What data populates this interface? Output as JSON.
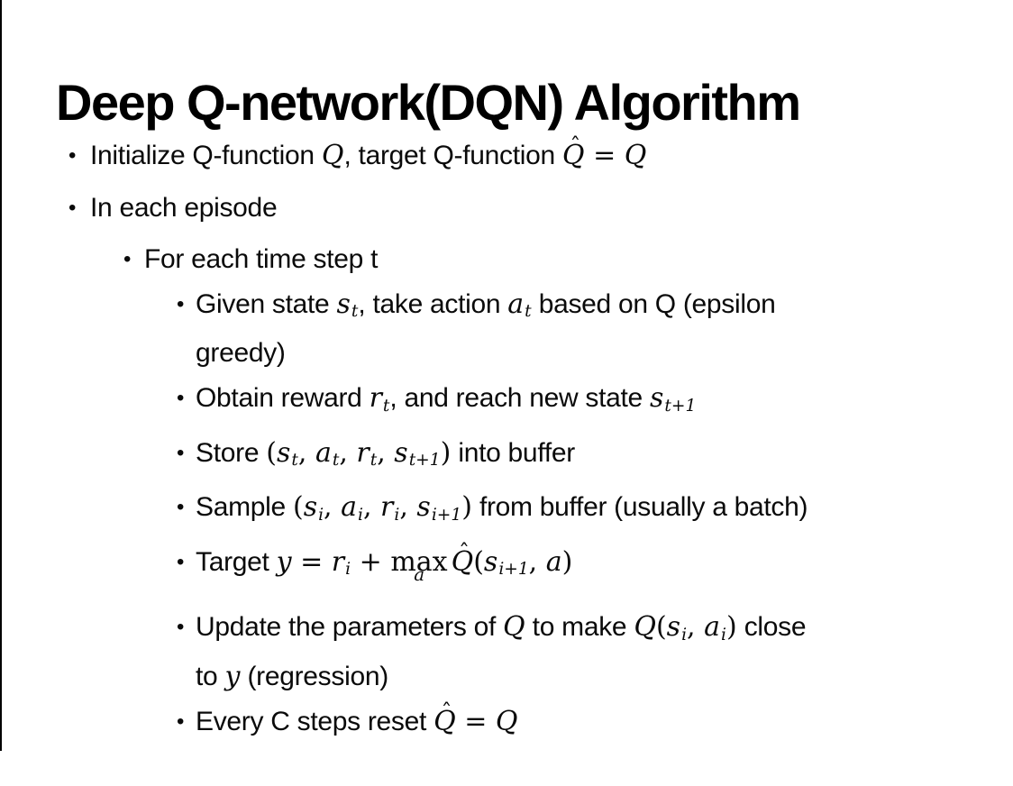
{
  "bullet": "•",
  "hat": "ˆ",
  "slide": {
    "title": "Deep Q-network(DQN) Algorithm"
  },
  "bullets": {
    "b1": {
      "p1": "Initialize Q-function ",
      "q1": "Q",
      "p2": ", target Q-function ",
      "qhat": "Q",
      "eq": " = ",
      "q2": "Q"
    },
    "b2": {
      "text": "In each episode"
    },
    "b3": {
      "text": "For each time step t"
    },
    "b4": {
      "p1": "Given state ",
      "s": "s",
      "ssub": "t",
      "p2": ", take action ",
      "a": "a",
      "asub": "t",
      "p3": " based on Q (epsilon",
      "p4": "greedy)"
    },
    "b5": {
      "p1": "Obtain reward ",
      "r": "r",
      "rsub": "t",
      "p2": ", and reach new state ",
      "s": "s",
      "ssub": "t+1"
    },
    "b6": {
      "p1": "Store ",
      "lp": "(",
      "s": "s",
      "ssub": "t",
      "c1": ", ",
      "a": "a",
      "asub": "t",
      "c2": ", ",
      "r": "r",
      "rsub": "t",
      "c3": ", ",
      "s2": "s",
      "s2sub": "t+1",
      "rp": ")",
      "p2": " into buffer"
    },
    "b7": {
      "p1": "Sample ",
      "lp": "(",
      "s": "s",
      "ssub": "i",
      "c1": ", ",
      "a": "a",
      "asub": "i",
      "c2": ", ",
      "r": "r",
      "rsub": "i",
      "c3": ", ",
      "s2": "s",
      "s2sub": "i+1",
      "rp": ")",
      "p2": " from buffer (usually a batch)"
    },
    "b8": {
      "p1": "Target ",
      "y": "y",
      "eq": " = ",
      "r": "r",
      "rsub": "i",
      "plus": " + ",
      "max": "max",
      "maxunder": "a",
      "qhat": "Q",
      "lp": "(",
      "s": "s",
      "ssub": "i+1",
      "c1": ", ",
      "a": "a",
      "rp": ")"
    },
    "b9": {
      "p1": "Update the parameters of ",
      "q1": "Q",
      "p2": " to make ",
      "q2": "Q",
      "lp": "(",
      "s": "s",
      "ssub": "i",
      "c1": ", ",
      "a": "a",
      "asub": "i",
      "rp": ")",
      "p3": " close",
      "p4": "to ",
      "y": "y",
      "p5": " (regression)"
    },
    "b10": {
      "p1": "Every C steps reset ",
      "qhat": "Q",
      "eq": " = ",
      "q": "Q"
    }
  }
}
